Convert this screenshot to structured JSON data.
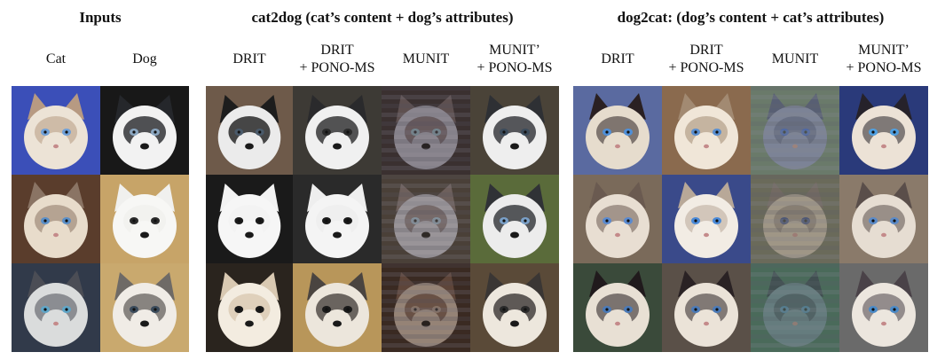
{
  "groups": {
    "inputs": {
      "title": "Inputs",
      "headers": [
        "Cat",
        "Dog"
      ]
    },
    "cat2dog": {
      "title": "cat2dog (cat’s content + dog’s attributes)",
      "headers": [
        [
          "DRIT"
        ],
        [
          "DRIT",
          "+ PONO-MS"
        ],
        [
          "MUNIT"
        ],
        [
          "MUNIT’",
          "+ PONO-MS"
        ]
      ]
    },
    "dog2cat": {
      "title": "dog2cat: (dog’s content + cat’s attributes)",
      "headers": [
        [
          "DRIT"
        ],
        [
          "DRIT",
          "+ PONO-MS"
        ],
        [
          "MUNIT"
        ],
        [
          "MUNIT’",
          "+ PONO-MS"
        ]
      ]
    }
  },
  "image_grid": {
    "rows": 3,
    "inputs": [
      [
        {
          "animal": "cat",
          "fur": "#ece3d6",
          "mask": "#b79a82",
          "bg": "#3b4fb8",
          "eyes": "#6fa0d8"
        },
        {
          "animal": "dog",
          "fur": "#f2f2f2",
          "mask": "#25272b",
          "bg": "#181818",
          "eyes": "#8aa6c0"
        }
      ],
      [
        {
          "animal": "cat",
          "fur": "#e8dccb",
          "mask": "#8a7464",
          "bg": "#5a3d2c",
          "eyes": "#5a8fc8"
        },
        {
          "animal": "dog",
          "fur": "#f7f7f5",
          "mask": "#f0f0ee",
          "bg": "#c7a468",
          "eyes": "#2a2a2a"
        }
      ],
      [
        {
          "animal": "cat",
          "fur": "#dadcdc",
          "mask": "#4b4d55",
          "bg": "#313a4a",
          "eyes": "#5fa6c8"
        },
        {
          "animal": "dog",
          "fur": "#f0ece6",
          "mask": "#6e6a66",
          "bg": "#c9a96e",
          "eyes": "#3a4a5a"
        }
      ]
    ],
    "cat2dog": [
      [
        {
          "animal": "dog",
          "fur": "#ebebeb",
          "mask": "#1d1d1d",
          "bg": "#6e5a4a",
          "eyes": "#4a5a6a"
        },
        {
          "animal": "dog",
          "fur": "#f0f0f0",
          "mask": "#2a2a2c",
          "bg": "#3d3a35",
          "eyes": "#2b2b2b"
        },
        {
          "animal": "blur",
          "fur": "#c8c8d8",
          "mask": "#7a6a6a",
          "bg": "#3a3030",
          "eyes": "#9fc8d8"
        },
        {
          "animal": "dog",
          "fur": "#eeeeee",
          "mask": "#2e3034",
          "bg": "#4a4338",
          "eyes": "#3b4b5b"
        }
      ],
      [
        {
          "animal": "dog",
          "fur": "#f6f6f6",
          "mask": "#f2f2f2",
          "bg": "#1a1a1a",
          "eyes": "#1a1a1a"
        },
        {
          "animal": "dog",
          "fur": "#f4f4f4",
          "mask": "#eeeeee",
          "bg": "#2a2a2a",
          "eyes": "#1a1a1a"
        },
        {
          "animal": "blur",
          "fur": "#d6d6e4",
          "mask": "#8a7a7a",
          "bg": "#4a4038",
          "eyes": "#b0d0e8"
        },
        {
          "animal": "dog",
          "fur": "#ececec",
          "mask": "#303236",
          "bg": "#5a6b3a",
          "eyes": "#7aa0c8"
        }
      ],
      [
        {
          "animal": "dog",
          "fur": "#f3ece0",
          "mask": "#d9c9b2",
          "bg": "#2a241e",
          "eyes": "#1a1a1a"
        },
        {
          "animal": "dog",
          "fur": "#ece6dc",
          "mask": "#4a4440",
          "bg": "#b8965a",
          "eyes": "#1a1a1a"
        },
        {
          "animal": "blur",
          "fur": "#dcc8b8",
          "mask": "#7a5a4a",
          "bg": "#3a2a22",
          "eyes": "#c0a898"
        },
        {
          "animal": "dog",
          "fur": "#ede7dd",
          "mask": "#3a3634",
          "bg": "#5a4a38",
          "eyes": "#2a2a2a"
        }
      ]
    ],
    "dog2cat": [
      [
        {
          "animal": "cat",
          "fur": "#e6dccd",
          "mask": "#2a2022",
          "bg": "#5a6aa0",
          "eyes": "#4f8fd8"
        },
        {
          "animal": "cat",
          "fur": "#f0e6d8",
          "mask": "#a28a72",
          "bg": "#8a6a4e",
          "eyes": "#5a8fd0"
        },
        {
          "animal": "blurcat",
          "fur": "#8a8ab8",
          "mask": "#4a4a7a",
          "bg": "#6a7a6a",
          "eyes": "#3a5ad0"
        },
        {
          "animal": "cat",
          "fur": "#ece2d6",
          "mask": "#26222a",
          "bg": "#2a3a7a",
          "eyes": "#4f9fe0"
        }
      ],
      [
        {
          "animal": "cat",
          "fur": "#e8ded2",
          "mask": "#6a5a50",
          "bg": "#7a6a5a",
          "eyes": "#5a8ad0"
        },
        {
          "animal": "cat",
          "fur": "#f2ece4",
          "mask": "#b8a898",
          "bg": "#3a4a8a",
          "eyes": "#4a8ad8"
        },
        {
          "animal": "blurcat",
          "fur": "#c8b8a8",
          "mask": "#7a6a68",
          "bg": "#6a6a5a",
          "eyes": "#3a4a8a"
        },
        {
          "animal": "cat",
          "fur": "#e6ddd2",
          "mask": "#5a4e4a",
          "bg": "#8a7a6a",
          "eyes": "#5a8ac8"
        }
      ],
      [
        {
          "animal": "cat",
          "fur": "#e8e0d4",
          "mask": "#201a1c",
          "bg": "#3a4a3a",
          "eyes": "#4a7ab8"
        },
        {
          "animal": "cat",
          "fur": "#ebe3d8",
          "mask": "#2a2224",
          "bg": "#5a5048",
          "eyes": "#4a7ab8"
        },
        {
          "animal": "blurcat",
          "fur": "#7a8a9a",
          "mask": "#3a3a4a",
          "bg": "#4a6a5a",
          "eyes": "#5a8ab8"
        },
        {
          "animal": "cat",
          "fur": "#ece6de",
          "mask": "#4a4248",
          "bg": "#6a6a6a",
          "eyes": "#4a8ac8"
        }
      ]
    ]
  }
}
